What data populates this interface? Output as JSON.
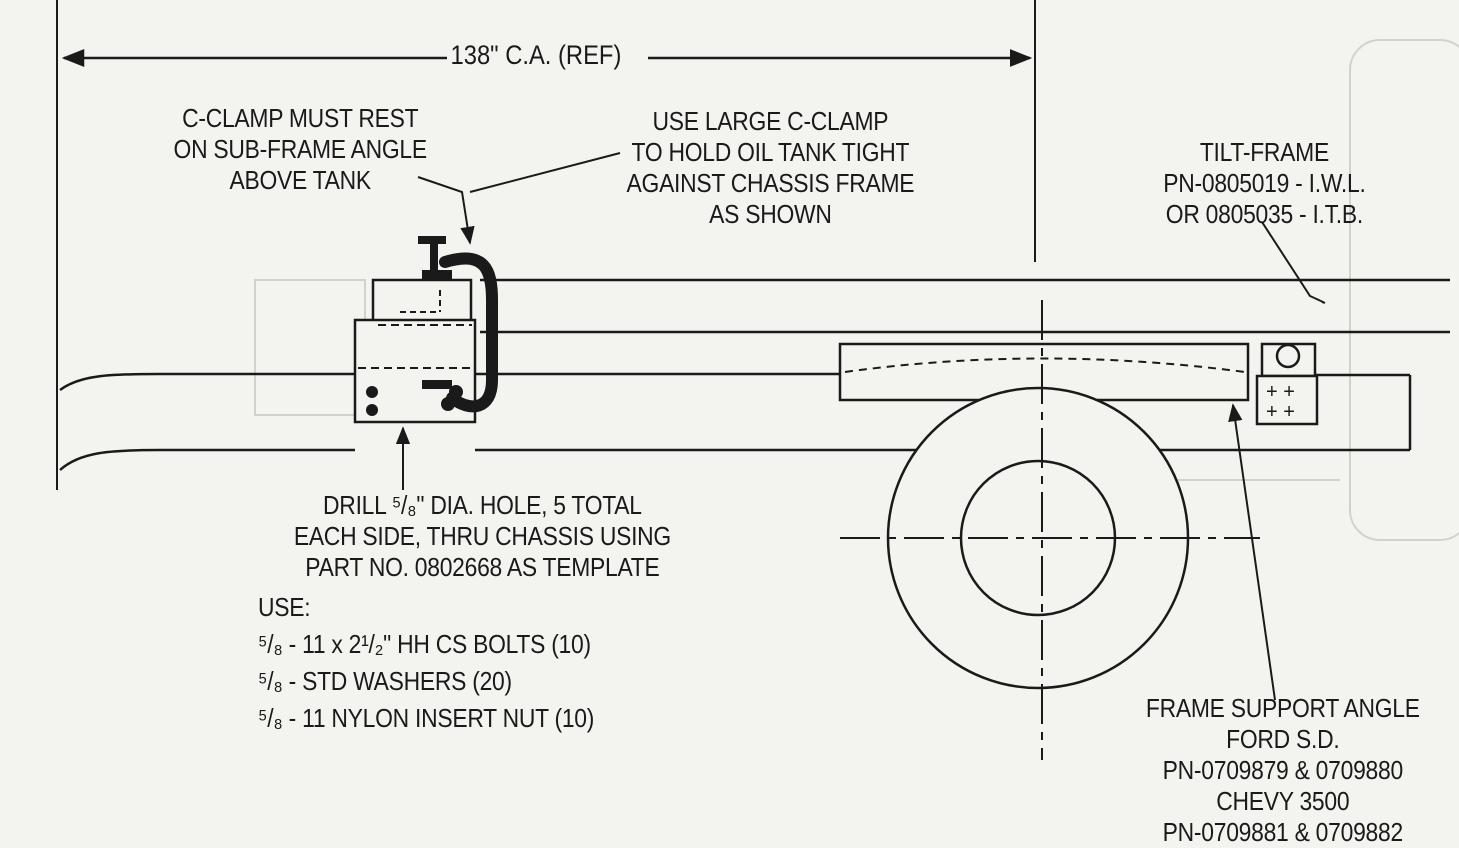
{
  "dimension": {
    "text": "138\" C.A. (REF)"
  },
  "notes": {
    "clamp_rest": [
      "C-CLAMP MUST REST",
      "ON SUB-FRAME ANGLE",
      "ABOVE TANK"
    ],
    "large_clamp": [
      "USE LARGE C-CLAMP",
      "TO HOLD OIL TANK TIGHT",
      "AGAINST CHASSIS FRAME",
      "AS SHOWN"
    ],
    "tilt_frame": [
      "TILT-FRAME",
      "PN-0805019 - I.W.L.",
      "OR 0805035 - I.T.B."
    ],
    "drill": [
      "DRILL ⁵/₈\" DIA. HOLE, 5 TOTAL",
      "EACH SIDE, THRU CHASSIS USING",
      "PART NO. 0802668 AS TEMPLATE"
    ],
    "use_heading": "USE:",
    "hardware": [
      "⁵/₈ - 11 x 2¹/₂\" HH CS BOLTS (10)",
      "⁵/₈ - STD WASHERS (20)",
      "⁵/₈ - 11 NYLON INSERT NUT (10)"
    ],
    "frame_support": [
      "FRAME SUPPORT ANGLE",
      "FORD S.D.",
      "PN-0709879 & 0709880",
      "CHEVY 3500",
      "PN-0709881 & 0709882"
    ]
  },
  "colors": {
    "ink": "#1a1a1a",
    "paper": "#f3f3ef",
    "bleed": "#c9c9c4"
  }
}
